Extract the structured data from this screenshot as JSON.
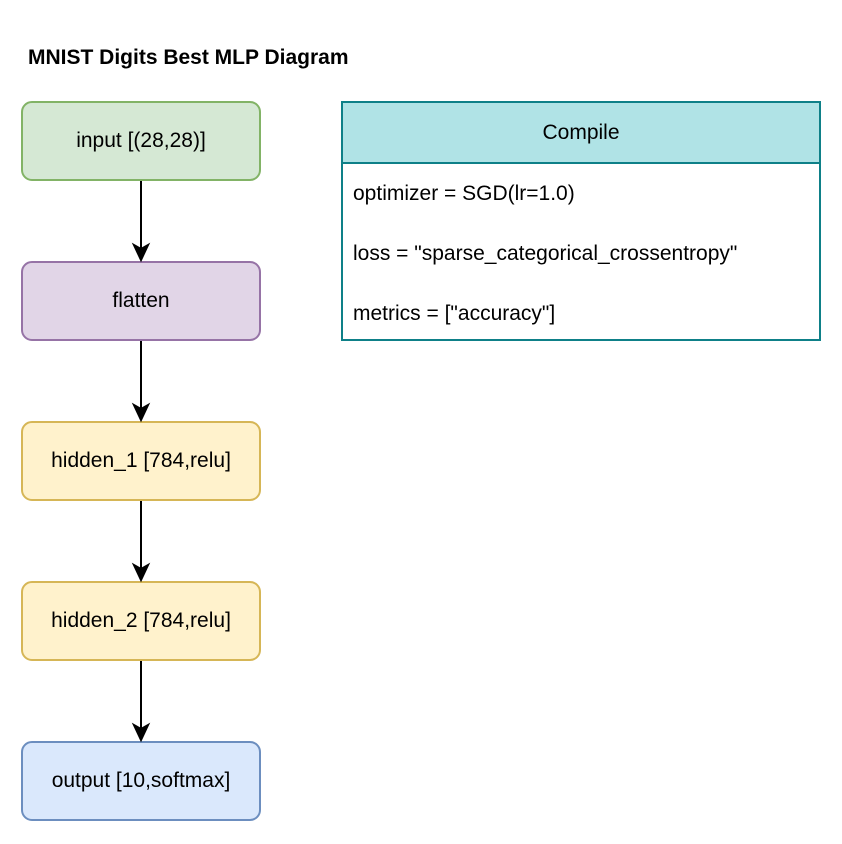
{
  "diagram": {
    "title": "MNIST Digits Best MLP Diagram",
    "layers": [
      {
        "label": "input [(28,28)]"
      },
      {
        "label": "flatten"
      },
      {
        "label": "hidden_1 [784,relu]"
      },
      {
        "label": "hidden_2 [784,relu]"
      },
      {
        "label": "output [10,softmax]"
      }
    ],
    "compile": {
      "header": "Compile",
      "rows": [
        {
          "text": "optimizer = SGD(lr=1.0)"
        },
        {
          "text": "loss = \"sparse_categorical_crossentropy\""
        },
        {
          "text": "metrics = [\"accuracy\"]"
        }
      ]
    },
    "colors": {
      "input": {
        "fill": "#d5e8d4",
        "stroke": "#82b366"
      },
      "flatten": {
        "fill": "#e1d5e7",
        "stroke": "#9673a6"
      },
      "hidden": {
        "fill": "#fff2cc",
        "stroke": "#d6b656"
      },
      "output": {
        "fill": "#dae8fc",
        "stroke": "#6c8ebf"
      },
      "compile_header": {
        "fill": "#b0e3e6",
        "stroke": "#0e8088"
      }
    }
  }
}
